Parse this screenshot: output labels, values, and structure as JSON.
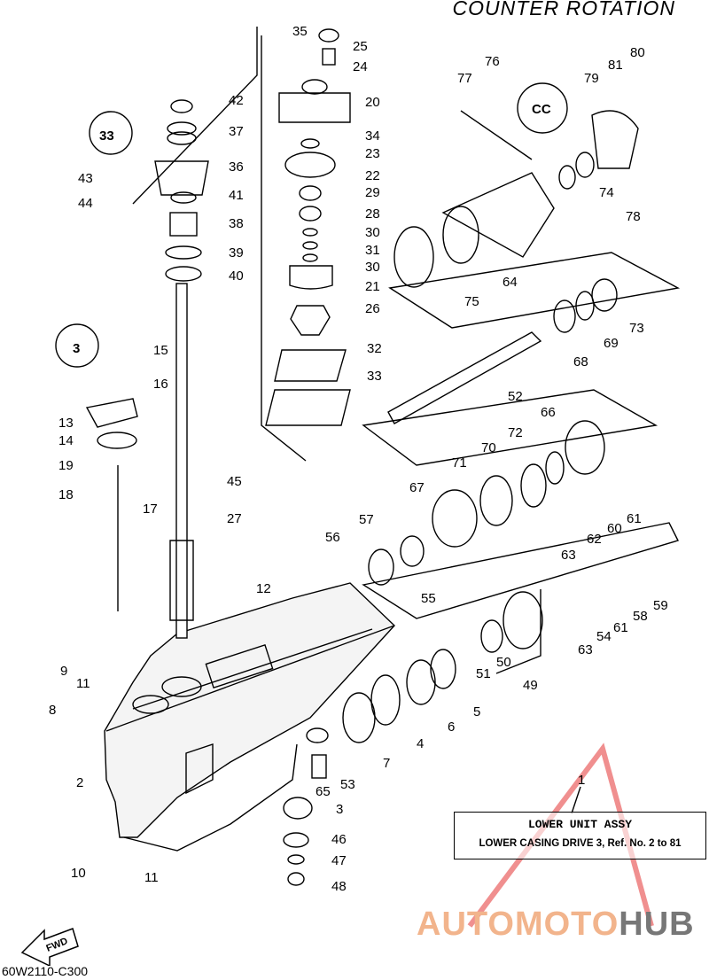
{
  "header": {
    "title": "COUNTER ROTATION"
  },
  "footer": {
    "diagram_code": "60W2110-C300"
  },
  "assembly_box": {
    "title": "LOWER UNIT ASSY",
    "subtitle": "LOWER CASING DRIVE 3, Ref. No. 2 to 81",
    "ref_number": "1"
  },
  "watermark": {
    "part1": "AUTOMOTO",
    "part2": "HUB"
  },
  "fwd_label": "FWD",
  "callout_labels": {
    "c1": "35",
    "c2": "25",
    "c3": "24",
    "c4": "20",
    "c5": "34",
    "c6": "23",
    "c7": "22",
    "c8": "29",
    "c9": "28",
    "c10": "30",
    "c11": "31",
    "c12": "30",
    "c13": "21",
    "c14": "26",
    "c15": "32",
    "c16": "33",
    "c17": "42",
    "c18": "37",
    "c19": "36",
    "c20": "43",
    "c21": "44",
    "c22": "41",
    "c23": "38",
    "c24": "39",
    "c25": "40",
    "c26": "15",
    "c27": "16",
    "c28": "13",
    "c29": "14",
    "c30": "19",
    "c31": "18",
    "c32": "17",
    "c33": "45",
    "c34": "27",
    "c35": "12",
    "c36": "9",
    "c37": "11",
    "c38": "8",
    "c39": "2",
    "c40": "10",
    "c41": "11",
    "c42": "3",
    "c43": "46",
    "c44": "47",
    "c45": "48",
    "c46": "65",
    "c47": "53",
    "c48": "7",
    "c49": "4",
    "c50": "6",
    "c51": "5",
    "c52": "51",
    "c53": "50",
    "c54": "49",
    "c55": "63",
    "c56": "54",
    "c57": "61",
    "c58": "58",
    "c59": "59",
    "c60": "63",
    "c61": "62",
    "c62": "60",
    "c63": "61",
    "c64": "55",
    "c65": "56",
    "c66": "57",
    "c67": "67",
    "c68": "71",
    "c69": "70",
    "c70": "72",
    "c71": "66",
    "c72": "52",
    "c73": "68",
    "c74": "69",
    "c75": "73",
    "c76": "64",
    "c77": "75",
    "c78": "77",
    "c79": "76",
    "c80": "80",
    "c81": "81",
    "c82": "79",
    "c83": "74",
    "c84": "78"
  },
  "detail_marks": {
    "d1": "33",
    "d2": "3",
    "d3": "CC"
  }
}
